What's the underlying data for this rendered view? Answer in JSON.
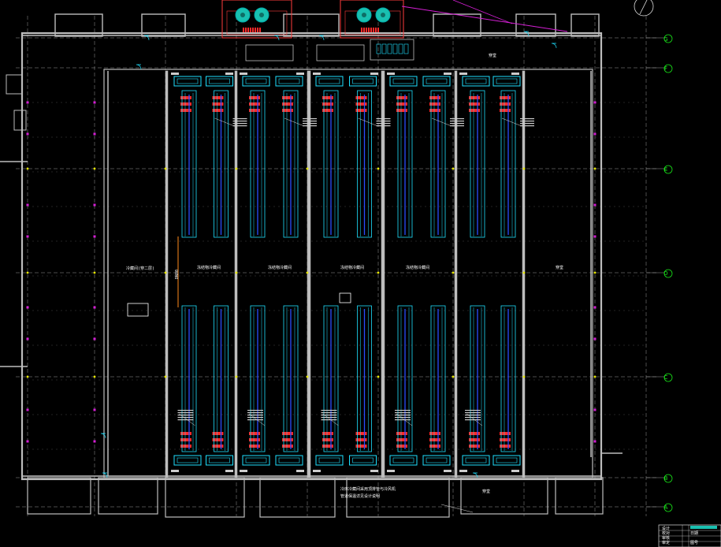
{
  "drawing": {
    "colors": {
      "background": "#000000",
      "wall": "#bdbdbd",
      "grid": "#9a9a9a",
      "coil": "#1ee0ff",
      "pipe_blue": "#2a4dff",
      "equipment_red": "#ff2a2a",
      "valve": "#ff8a1a",
      "accent_magenta": "#d51fd5",
      "axis_bubble": "#19e619",
      "annotation": "#ffffff"
    },
    "axis_labels": [
      "G",
      "F",
      "E",
      "D",
      "C",
      "B",
      "A"
    ],
    "room_labels": {
      "left_zone": "冷藏间(穿二层)",
      "cold_room_1": "冻结物冷藏间",
      "cold_room_2": "冻结物冷藏间",
      "cold_room_3": "冻结物冷藏间",
      "cold_room_4": "冻结物冷藏间",
      "right_zone": "穿堂",
      "aisle_top": "穿堂",
      "bottom_room": "穿堂"
    },
    "pipe_label": "DN80",
    "note_lines": [
      "冷库冷藏间采用顶排管与冷风机",
      "管道保温详见设计说明"
    ],
    "title_block_rows": [
      "设计",
      "校对",
      "审核",
      "审定",
      "日期",
      "图号"
    ],
    "icons": [
      "north-arrow-icon",
      "fan-unit-icon"
    ]
  }
}
